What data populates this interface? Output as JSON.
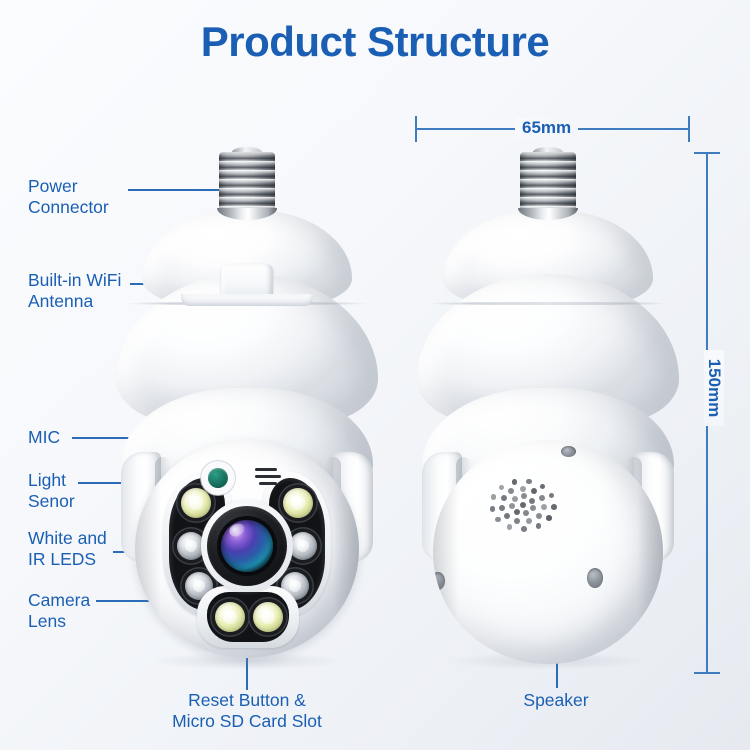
{
  "title": "Product Structure",
  "theme": {
    "accent_blue": "#1a5fb4",
    "line_blue": "#2a6cb8",
    "dimension_blue": "#3f7bbf",
    "background_light": "#fbfcfe",
    "background_dark": "#e6eaf0"
  },
  "callouts": {
    "power_connector": "Power\nConnector",
    "wifi_antenna": "Built-in WiFi\nAntenna",
    "mic": "MIC",
    "light_sensor": "Light\nSenor",
    "leds": "White and\nIR LEDS",
    "camera_lens": "Camera\nLens",
    "reset_sd": "Reset Button &\nMicro SD Card Slot",
    "speaker": "Speaker"
  },
  "dimensions": {
    "width": "65mm",
    "height": "150mm"
  },
  "views": {
    "front": {
      "name": "front-view",
      "parts": [
        "e27-screw-base",
        "bulb-shoulder",
        "upper-dome",
        "wifi-antenna-tab",
        "yoke-bracket",
        "camera-ball",
        "lens",
        "light-sensor",
        "mic-grille",
        "led-panel-left",
        "led-panel-right",
        "led-panel-bottom"
      ]
    },
    "back": {
      "name": "back-view",
      "parts": [
        "e27-screw-base",
        "bulb-shoulder",
        "upper-dome",
        "yoke-bracket",
        "camera-ball-rear",
        "speaker-grille",
        "screw-recesses"
      ]
    }
  },
  "leds": {
    "panel_left": [
      "white",
      "ir",
      "ir"
    ],
    "panel_right": [
      "white",
      "ir",
      "ir"
    ],
    "panel_bottom": [
      "white",
      "white"
    ]
  }
}
